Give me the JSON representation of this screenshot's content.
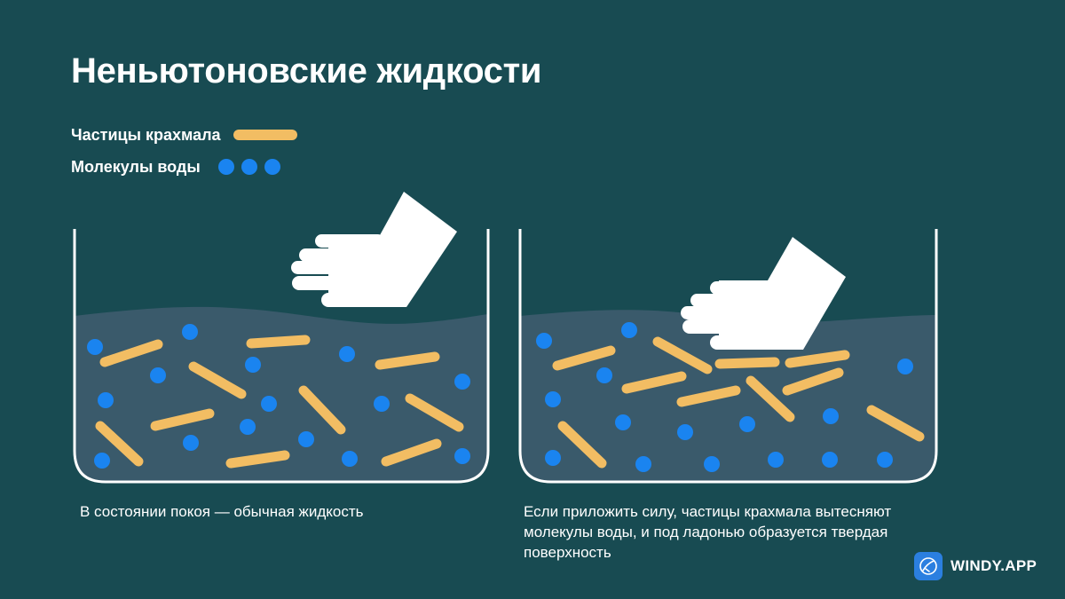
{
  "title": "Неньютоновские жидкости",
  "legend": {
    "starch_label": "Частицы крахмала",
    "water_label": "Молекулы воды"
  },
  "captions": {
    "rest": "В состоянии покоя — обычная жидкость",
    "force": "Если приложить силу, частицы крахмала вытесняют молекулы воды, и под ладонью образуется твердая поверхность"
  },
  "brand": {
    "name": "WINDY.APP"
  },
  "colors": {
    "background": "#184b52",
    "liquid": "#3a5a6b",
    "starch": "#f2bd63",
    "water": "#1a84f0",
    "outline": "#ffffff",
    "hand": "#ffffff",
    "logo": "#2b7fe0"
  },
  "icons": {
    "hand": "hand-icon",
    "logo": "windy-app-logo-icon"
  }
}
